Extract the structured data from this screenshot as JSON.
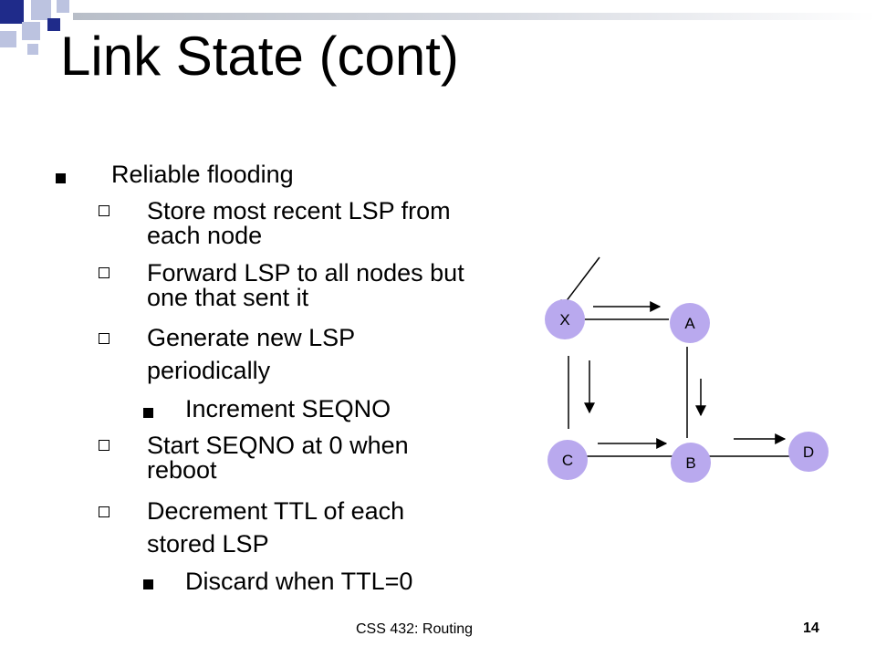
{
  "slide": {
    "title": "Link State (cont)",
    "accent_color": "#1f2b8a",
    "accent_light": "#bcc3e0",
    "node_fill": "#b9a9ee"
  },
  "bullets": [
    {
      "level": 1,
      "marker": "square",
      "lines": [
        "Reliable flooding"
      ]
    },
    {
      "level": 2,
      "marker": "hollow-square",
      "lines": [
        "Store most recent LSP from",
        "each node"
      ]
    },
    {
      "level": 2,
      "marker": "hollow-square",
      "lines": [
        "Forward LSP to all nodes but",
        "one that sent it"
      ]
    },
    {
      "level": 2,
      "marker": "hollow-square",
      "lines": [
        "Generate new LSP",
        "periodically"
      ]
    },
    {
      "level": 3,
      "marker": "square",
      "lines": [
        "Increment  SEQNO"
      ]
    },
    {
      "level": 2,
      "marker": "hollow-square",
      "lines": [
        "Start SEQNO at 0 when",
        "reboot"
      ]
    },
    {
      "level": 2,
      "marker": "hollow-square",
      "lines": [
        "Decrement TTL of each",
        "stored LSP"
      ]
    },
    {
      "level": 3,
      "marker": "square",
      "lines": [
        "Discard when TTL=0"
      ]
    }
  ],
  "diagram": {
    "nodes": [
      {
        "id": "x",
        "label": "X"
      },
      {
        "id": "a",
        "label": "A"
      },
      {
        "id": "c",
        "label": "C"
      },
      {
        "id": "b",
        "label": "B"
      },
      {
        "id": "d",
        "label": "D"
      }
    ]
  },
  "footer": {
    "text": "CSS 432: Routing",
    "page_number": "14"
  }
}
